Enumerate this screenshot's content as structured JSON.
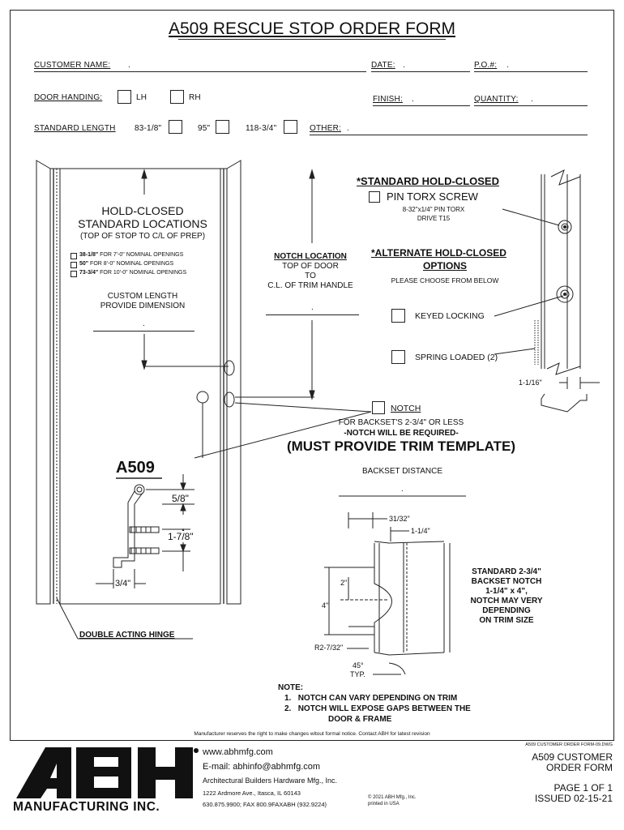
{
  "form": {
    "title": "A509 RESCUE STOP ORDER FORM",
    "customer_name_label": "CUSTOMER NAME:",
    "customer_name_value": ".",
    "date_label": "DATE:",
    "date_value": ".",
    "po_label": "P.O.#:",
    "po_value": ".",
    "door_handing_label": "DOOR HANDING:",
    "lh_label": "LH",
    "rh_label": "RH",
    "finish_label": "FINISH:",
    "finish_value": ".",
    "quantity_label": "QUANTITY:",
    "quantity_value": ".",
    "standard_length_label": "STANDARD LENGTH",
    "len1": "83-1/8\"",
    "len2": "95\"",
    "len3": "118-3/4\"",
    "other_label": "OTHER:",
    "other_value": "."
  },
  "drawing": {
    "hold_closed_title_1": "HOLD-CLOSED",
    "hold_closed_title_2": "STANDARD LOCATIONS",
    "hold_closed_sub": "(TOP OF STOP TO C/L OF PREP)",
    "opt1_bold": "38-1/8\"",
    "opt1_text": " FOR 7'-0\" NOMINAL OPENINGS",
    "opt2_bold": "50\"",
    "opt2_text": " FOR 8'-0\" NOMINAL OPENINGS",
    "opt3_bold": "73-3/4\"",
    "opt3_text": " FOR 10'-0\" NOMINAL OPENINGS",
    "custom_1": "CUSTOM LENGTH",
    "custom_2": "PROVIDE DIMENSION",
    "custom_value": ".",
    "notch_loc_title": "NOTCH LOCATION",
    "notch_loc_1": "TOP OF DOOR",
    "notch_loc_2": "TO",
    "notch_loc_3": "C.L. OF TRIM HANDLE",
    "notch_loc_value": ".",
    "std_hold_title": "*STANDARD HOLD-CLOSED",
    "pin_torx": "PIN TORX SCREW",
    "pin_torx_sub1": "8-32\"x1/4\" PIN TORX",
    "pin_torx_sub2": "DRIVE T15",
    "alt_title": "*ALTERNATE HOLD-CLOSED",
    "alt_options": "OPTIONS",
    "alt_choose": "PLEASE CHOOSE FROM BELOW",
    "keyed": "KEYED LOCKING",
    "spring": "SPRING LOADED (2)",
    "dim_1_1_16": "1-1/16\"",
    "notch_label": "NOTCH",
    "backset_note": "FOR BACKSET'S 2-3/4\" OR LESS",
    "notch_required": "-NOTCH WILL BE REQUIRED-",
    "must_provide": "(MUST PROVIDE TRIM TEMPLATE)",
    "a509": "A509",
    "dim_5_8": "5/8\"",
    "dim_1_7_8": "1-7/8\"",
    "dim_3_4": "3/4\"",
    "double_hinge": "DOUBLE ACTING HINGE",
    "backset_distance": "BACKSET DISTANCE",
    "backset_value": ".",
    "dim_31_32": "31/32\"",
    "dim_1_1_4": "1-1/4\"",
    "dim_2": "2\"",
    "dim_4": "4\"",
    "dim_r": "R2-7/32\"",
    "dim_45": "45°",
    "dim_typ": "TYP.",
    "std_notch_1": "STANDARD 2-3/4\"",
    "std_notch_2": "BACKSET NOTCH",
    "std_notch_3": "1-1/4\" x 4\",",
    "std_notch_4": "NOTCH MAY VERY",
    "std_notch_5": "DEPENDING",
    "std_notch_6": "ON TRIM SIZE",
    "note_label": "NOTE:",
    "note_1_num": "1.",
    "note_1": "NOTCH CAN VARY DEPENDING ON TRIM",
    "note_2_num": "2.",
    "note_2a": "NOTCH WILL EXPOSE GAPS BETWEEN THE",
    "note_2b": "DOOR & FRAME",
    "disclaimer": "Manufacturer reserves the right to make changes witout formal notice. Contact ABH for latest revision"
  },
  "footer": {
    "logo_letters": "ABH",
    "logo_sub": "MANUFACTURING INC.",
    "web": "www.abhmfg.com",
    "email": "E-mail: abhinfo@abhmfg.com",
    "company": "Architectural Builders Hardware Mfg., Inc.",
    "address": "1222 Ardmore Ave., Itasca, IL 60143",
    "phone": "630.875.9900; FAX 800.9FAXABH (932.9224)",
    "copyright_1": "© 2021 ABH Mfg., Inc.",
    "copyright_2": "printed in USA",
    "dwg_ref": "A509 CUSTOMER ORDER FORM-09.DWG",
    "form_name_1": "A509 CUSTOMER",
    "form_name_2": "ORDER FORM",
    "page": "PAGE 1 OF 1",
    "issued": "ISSUED 02-15-21"
  }
}
